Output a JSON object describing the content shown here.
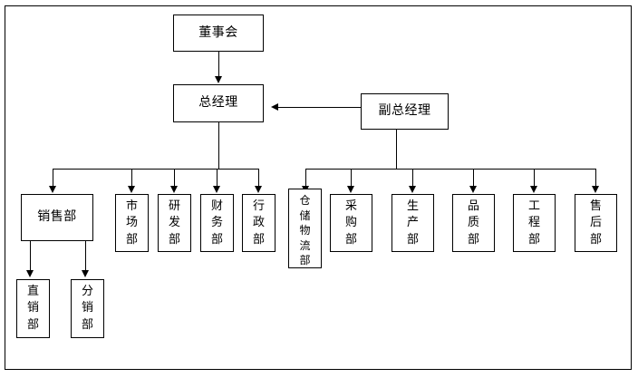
{
  "diagram": {
    "type": "organizational-chart",
    "title": "",
    "frame_color": "#000000",
    "box_border_color": "#000000",
    "connector_color": "#000000",
    "background": "#ffffff"
  },
  "nodes": {
    "board": {
      "label": "董事会",
      "orientation": "horizontal",
      "level": 0
    },
    "general_manager": {
      "label": "总经理",
      "orientation": "horizontal",
      "level": 1
    },
    "deputy_general_manager": {
      "label": "副总经理",
      "orientation": "horizontal",
      "level": 1
    },
    "sales": {
      "label": "销售部",
      "orientation": "horizontal",
      "level": 2
    },
    "marketing": {
      "label": "市\n场\n部",
      "orientation": "vertical",
      "level": 2
    },
    "rnd": {
      "label": "研\n发\n部",
      "orientation": "vertical",
      "level": 2
    },
    "finance": {
      "label": "财\n务\n部",
      "orientation": "vertical",
      "level": 2
    },
    "admin": {
      "label": "行\n政\n部",
      "orientation": "vertical",
      "level": 2
    },
    "warehouse_logistics": {
      "label": "仓\n储\n物\n流\n部",
      "orientation": "vertical",
      "level": 2
    },
    "purchasing": {
      "label": "采\n购\n部",
      "orientation": "vertical",
      "level": 2
    },
    "production": {
      "label": "生\n产\n部",
      "orientation": "vertical",
      "level": 2
    },
    "quality": {
      "label": "品\n质\n部",
      "orientation": "vertical",
      "level": 2
    },
    "engineering": {
      "label": "工\n程\n部",
      "orientation": "vertical",
      "level": 2
    },
    "after_sales": {
      "label": "售\n后\n部",
      "orientation": "vertical",
      "level": 2
    },
    "direct_sales": {
      "label": "直\n销\n部",
      "orientation": "vertical",
      "level": 3
    },
    "distribution_sales": {
      "label": "分\n销\n部",
      "orientation": "vertical",
      "level": 3
    }
  },
  "edges": [
    {
      "from": "board",
      "to": "general_manager",
      "style": "arrow-down"
    },
    {
      "from": "deputy_general_manager",
      "to": "general_manager",
      "style": "arrow-left"
    },
    {
      "from": "general_manager",
      "to": "sales",
      "style": "bus-down"
    },
    {
      "from": "general_manager",
      "to": "marketing",
      "style": "bus-down"
    },
    {
      "from": "general_manager",
      "to": "rnd",
      "style": "bus-down"
    },
    {
      "from": "general_manager",
      "to": "finance",
      "style": "bus-down"
    },
    {
      "from": "general_manager",
      "to": "admin",
      "style": "bus-down"
    },
    {
      "from": "deputy_general_manager",
      "to": "warehouse_logistics",
      "style": "bus-down"
    },
    {
      "from": "deputy_general_manager",
      "to": "purchasing",
      "style": "bus-down"
    },
    {
      "from": "deputy_general_manager",
      "to": "production",
      "style": "bus-down"
    },
    {
      "from": "deputy_general_manager",
      "to": "quality",
      "style": "bus-down"
    },
    {
      "from": "deputy_general_manager",
      "to": "engineering",
      "style": "bus-down"
    },
    {
      "from": "deputy_general_manager",
      "to": "after_sales",
      "style": "bus-down"
    },
    {
      "from": "sales",
      "to": "direct_sales",
      "style": "arrow-down"
    },
    {
      "from": "sales",
      "to": "distribution_sales",
      "style": "arrow-down"
    }
  ]
}
